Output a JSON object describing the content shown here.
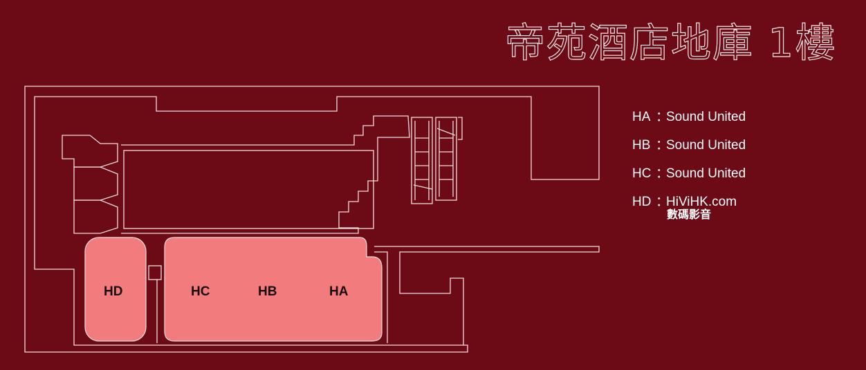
{
  "title": "帝苑酒店地庫 1樓",
  "booths": [
    {
      "code": "HD"
    },
    {
      "code": "HC"
    },
    {
      "code": "HB"
    },
    {
      "code": "HA"
    }
  ],
  "legend": [
    {
      "code": "HA",
      "sep": "：",
      "exhibitor": "Sound United"
    },
    {
      "code": "HB",
      "sep": "：",
      "exhibitor": "Sound United"
    },
    {
      "code": "HC",
      "sep": "：",
      "exhibitor": "Sound United"
    },
    {
      "code": "HD",
      "sep": "：",
      "exhibitor": "HiViHK.com",
      "exhibitor_sub": "數碼影音"
    }
  ],
  "colors": {
    "background": "#6c0a16",
    "booth": "#f27b7d",
    "lines": "#f3dede"
  }
}
